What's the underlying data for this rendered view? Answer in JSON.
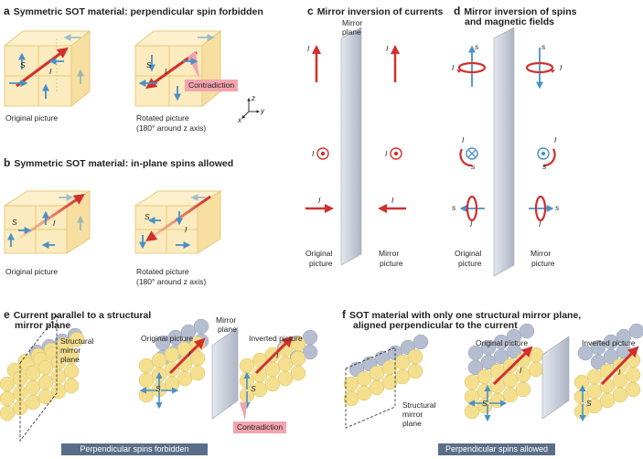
{
  "panel_a": {
    "letter": "a",
    "title": "Symmetric SOT material: perpendicular spin forbidden",
    "caption_left": "Original picture",
    "caption_right_1": "Rotated picture",
    "caption_right_2": "(180° around z axis)",
    "badge": "Contradiction",
    "label_s": "S",
    "label_i": "I"
  },
  "axes": {
    "z": "z",
    "x": "x",
    "y": "y"
  },
  "panel_b": {
    "letter": "b",
    "title": "Symmetric SOT material: in-plane spins allowed",
    "caption_left": "Original picture",
    "caption_right_1": "Rotated picture",
    "caption_right_2": "(180° around z axis)",
    "label_s": "S",
    "label_i": "I"
  },
  "panel_c": {
    "letter": "c",
    "title": "Mirror inversion of currents",
    "mirror_1": "Mirror",
    "mirror_2": "plane",
    "label_i": "I",
    "caption_left_1": "Original",
    "caption_left_2": "picture",
    "caption_right_1": "Mirror",
    "caption_right_2": "picture"
  },
  "panel_d": {
    "letter": "d",
    "title_1": "Mirror inversion of spins",
    "title_2": "and magnetic fields",
    "label_s": "s",
    "label_i": "I",
    "caption_left_1": "Original",
    "caption_left_2": "picture",
    "caption_right_1": "Mirror",
    "caption_right_2": "picture"
  },
  "panel_e": {
    "letter": "e",
    "title_1": "Current parallel to a structural",
    "title_2": "mirror plane",
    "structural_1": "Structural",
    "structural_2": "mirror",
    "structural_3": "plane",
    "caption_original": "Original picture",
    "mirror_1": "Mirror",
    "mirror_2": "plane",
    "caption_inverted": "Inverted picture",
    "badge": "Contradiction",
    "banner": "Perpendicular spins forbidden",
    "label_s": "S",
    "label_i": "I"
  },
  "panel_f": {
    "letter": "f",
    "title_1": "SOT material with only one structural mirror plane,",
    "title_2": "aligned perpendicular to the current",
    "caption_original": "Original picture",
    "caption_inverted": "Inverted picture",
    "structural_1": "Structural",
    "structural_2": "mirror",
    "structural_3": "plane",
    "banner": "Perpendicular spins allowed",
    "label_s": "S",
    "label_i": "I"
  },
  "colors": {
    "current_red": "#d0312d",
    "spin_blue": "#4a90c8",
    "box_fill": "#fbe9b7",
    "box_edge": "#e8c87a",
    "mirror": "#c5cad6",
    "atom_yellow": "#f3df8e",
    "atom_grey": "#b5bdd0",
    "badge_pink": "#f3a5ad",
    "banner": "#5b6e89"
  }
}
